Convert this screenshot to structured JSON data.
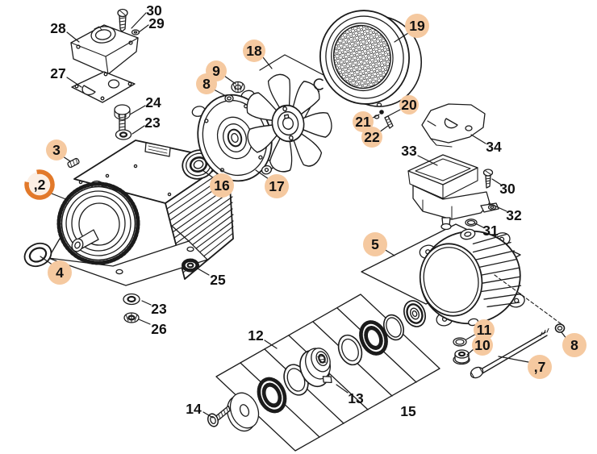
{
  "figure": {
    "kind": "exploded-parts-diagram",
    "colors": {
      "background": "#ffffff",
      "line_art": "#1b1b1b",
      "label_text": "#111111",
      "callout_highlight": "#f5c9a0",
      "selection_ring": "#e2792a",
      "selection_ring_fill": "#fcefe4"
    }
  },
  "callouts": [
    {
      "label": "30",
      "highlight": "none"
    },
    {
      "label": "29",
      "highlight": "none"
    },
    {
      "label": "28",
      "highlight": "none"
    },
    {
      "label": "27",
      "highlight": "none"
    },
    {
      "label": "24",
      "highlight": "none"
    },
    {
      "label": "23",
      "highlight": "none"
    },
    {
      "label": "3",
      "highlight": "circle"
    },
    {
      "label": ",2",
      "highlight": "ring"
    },
    {
      "label": "4",
      "highlight": "circle"
    },
    {
      "label": "9",
      "highlight": "circle"
    },
    {
      "label": "8",
      "highlight": "circle"
    },
    {
      "label": "18",
      "highlight": "circle"
    },
    {
      "label": "16",
      "highlight": "circle"
    },
    {
      "label": "17",
      "highlight": "circle"
    },
    {
      "label": "19",
      "highlight": "circle"
    },
    {
      "label": "20",
      "highlight": "circle"
    },
    {
      "label": "21",
      "highlight": "circle"
    },
    {
      "label": "22",
      "highlight": "circle"
    },
    {
      "label": "34",
      "highlight": "none"
    },
    {
      "label": "33",
      "highlight": "none"
    },
    {
      "label": "30",
      "highlight": "none"
    },
    {
      "label": "32",
      "highlight": "none"
    },
    {
      "label": "31",
      "highlight": "none"
    },
    {
      "label": "5",
      "highlight": "circle"
    },
    {
      "label": "11",
      "highlight": "circle"
    },
    {
      "label": "10",
      "highlight": "circle"
    },
    {
      "label": "8",
      "highlight": "circle"
    },
    {
      "label": ",7",
      "highlight": "circle"
    },
    {
      "label": "12",
      "highlight": "none"
    },
    {
      "label": "13",
      "highlight": "none"
    },
    {
      "label": "15",
      "highlight": "none"
    },
    {
      "label": "14",
      "highlight": "none"
    },
    {
      "label": "25",
      "highlight": "none"
    },
    {
      "label": "23",
      "highlight": "none"
    },
    {
      "label": "26",
      "highlight": "none"
    }
  ]
}
